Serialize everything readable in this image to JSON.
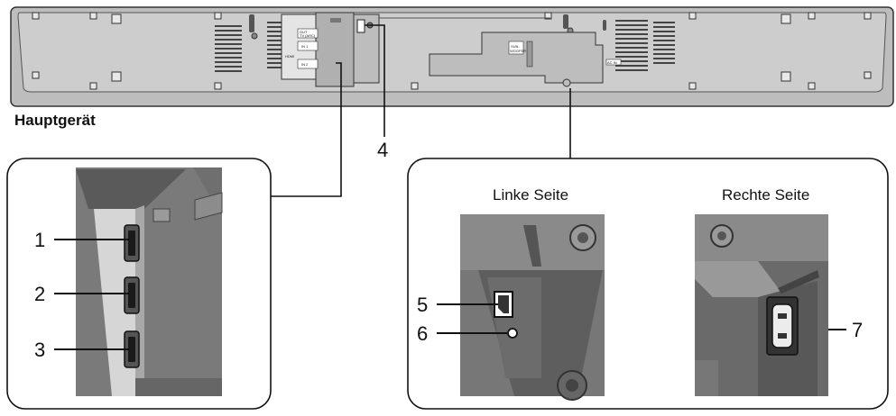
{
  "main_label": "Hauptgerät",
  "side_labels": {
    "left": "Linke Seite",
    "right": "Rechte Seite"
  },
  "callouts": [
    "1",
    "2",
    "3",
    "4",
    "5",
    "6",
    "7"
  ],
  "panel_markings": {
    "hdmi_out": "OUT",
    "arc": "TV (ARC)",
    "in1": "IN 1",
    "in2": "IN 2",
    "hdmi": "HDMI",
    "sub": "SUB-",
    "woofer": "WOOFER",
    "ac": "AC IN"
  }
}
